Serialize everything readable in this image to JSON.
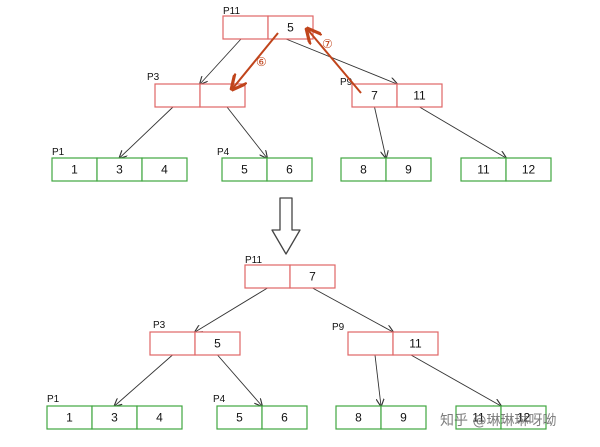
{
  "colors": {
    "internal_stroke": "#e06666",
    "leaf_stroke": "#3fa63f",
    "arrow": "#333333",
    "highlight_arrow": "#c0441b",
    "text": "#111111"
  },
  "top_tree": {
    "nodes": [
      {
        "id": "p11",
        "label": "P11",
        "stroke": "internal",
        "keys": [
          "",
          "5"
        ]
      },
      {
        "id": "p3",
        "label": "P3",
        "stroke": "internal",
        "keys": [
          "",
          ""
        ]
      },
      {
        "id": "p9",
        "label": "P9",
        "stroke": "internal",
        "keys": [
          "7",
          "11"
        ]
      },
      {
        "id": "p1",
        "label": "P1",
        "stroke": "leaf",
        "keys": [
          "1",
          "3",
          "4"
        ]
      },
      {
        "id": "p4",
        "label": "P4",
        "stroke": "leaf",
        "keys": [
          "5",
          "6"
        ]
      },
      {
        "id": "leaf_8_9",
        "label": "",
        "stroke": "leaf",
        "keys": [
          "8",
          "9"
        ]
      },
      {
        "id": "leaf_11_12",
        "label": "",
        "stroke": "leaf",
        "keys": [
          "11",
          "12"
        ]
      }
    ],
    "step_markers": [
      "⑥",
      "⑦"
    ]
  },
  "bottom_tree": {
    "nodes": [
      {
        "id": "p11",
        "label": "P11",
        "stroke": "internal",
        "keys": [
          "",
          "7"
        ]
      },
      {
        "id": "p3",
        "label": "P3",
        "stroke": "internal",
        "keys": [
          "",
          "5"
        ]
      },
      {
        "id": "p9",
        "label": "P9",
        "stroke": "internal",
        "keys": [
          "",
          "11"
        ]
      },
      {
        "id": "p1",
        "label": "P1",
        "stroke": "leaf",
        "keys": [
          "1",
          "3",
          "4"
        ]
      },
      {
        "id": "p4",
        "label": "P4",
        "stroke": "leaf",
        "keys": [
          "5",
          "6"
        ]
      },
      {
        "id": "leaf_8_9",
        "label": "",
        "stroke": "leaf",
        "keys": [
          "8",
          "9"
        ]
      },
      {
        "id": "leaf_11_12",
        "label": "",
        "stroke": "leaf",
        "keys": [
          "11",
          "12"
        ]
      }
    ]
  },
  "watermark": "知乎 @琳琳琳呀呦"
}
